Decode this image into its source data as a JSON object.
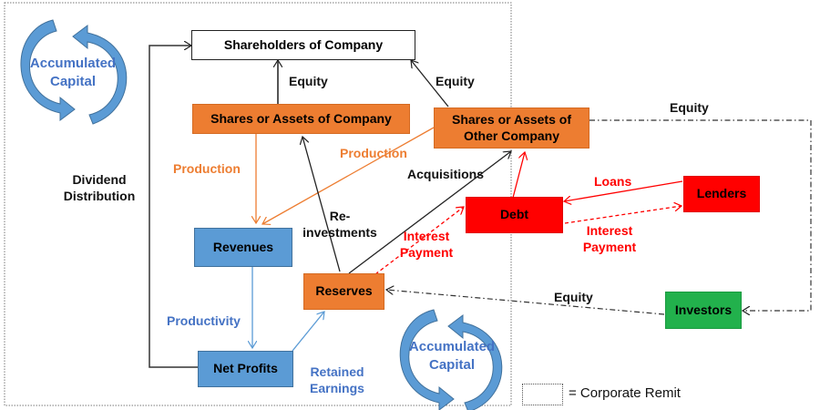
{
  "colors": {
    "orange": "#ED7D31",
    "blue": "#5B9BD5",
    "red": "#FF0000",
    "green": "#22B14C",
    "label_blue": "#4472C4"
  },
  "nodes": {
    "shareholders": "Shareholders of Company",
    "shares_company": "Shares or Assets of Company",
    "shares_other": "Shares or Assets of Other Company",
    "revenues": "Revenues",
    "net_profits": "Net Profits",
    "reserves": "Reserves",
    "debt": "Debt",
    "lenders": "Lenders",
    "investors": "Investors"
  },
  "edge_labels": {
    "equity_1": "Equity",
    "equity_2": "Equity",
    "equity_3": "Equity",
    "equity_4": "Equity",
    "production_1": "Production",
    "production_2": "Production",
    "dividend_1": "Dividend",
    "dividend_2": "Distribution",
    "acquisitions": "Acquisitions",
    "reinvest_1": "Re-",
    "reinvest_2": "investments",
    "interest_a1": "Interest",
    "interest_a2": "Payment",
    "interest_b1": "Interest",
    "interest_b2": "Payment",
    "loans": "Loans",
    "productivity": "Productivity",
    "retained_1": "Retained",
    "retained_2": "Earnings"
  },
  "cycles": {
    "top_1": "Accumulated",
    "top_2": "Capital",
    "bottom_1": "Accumulated",
    "bottom_2": "Capital"
  },
  "legend": {
    "text": "= Corporate Remit"
  }
}
